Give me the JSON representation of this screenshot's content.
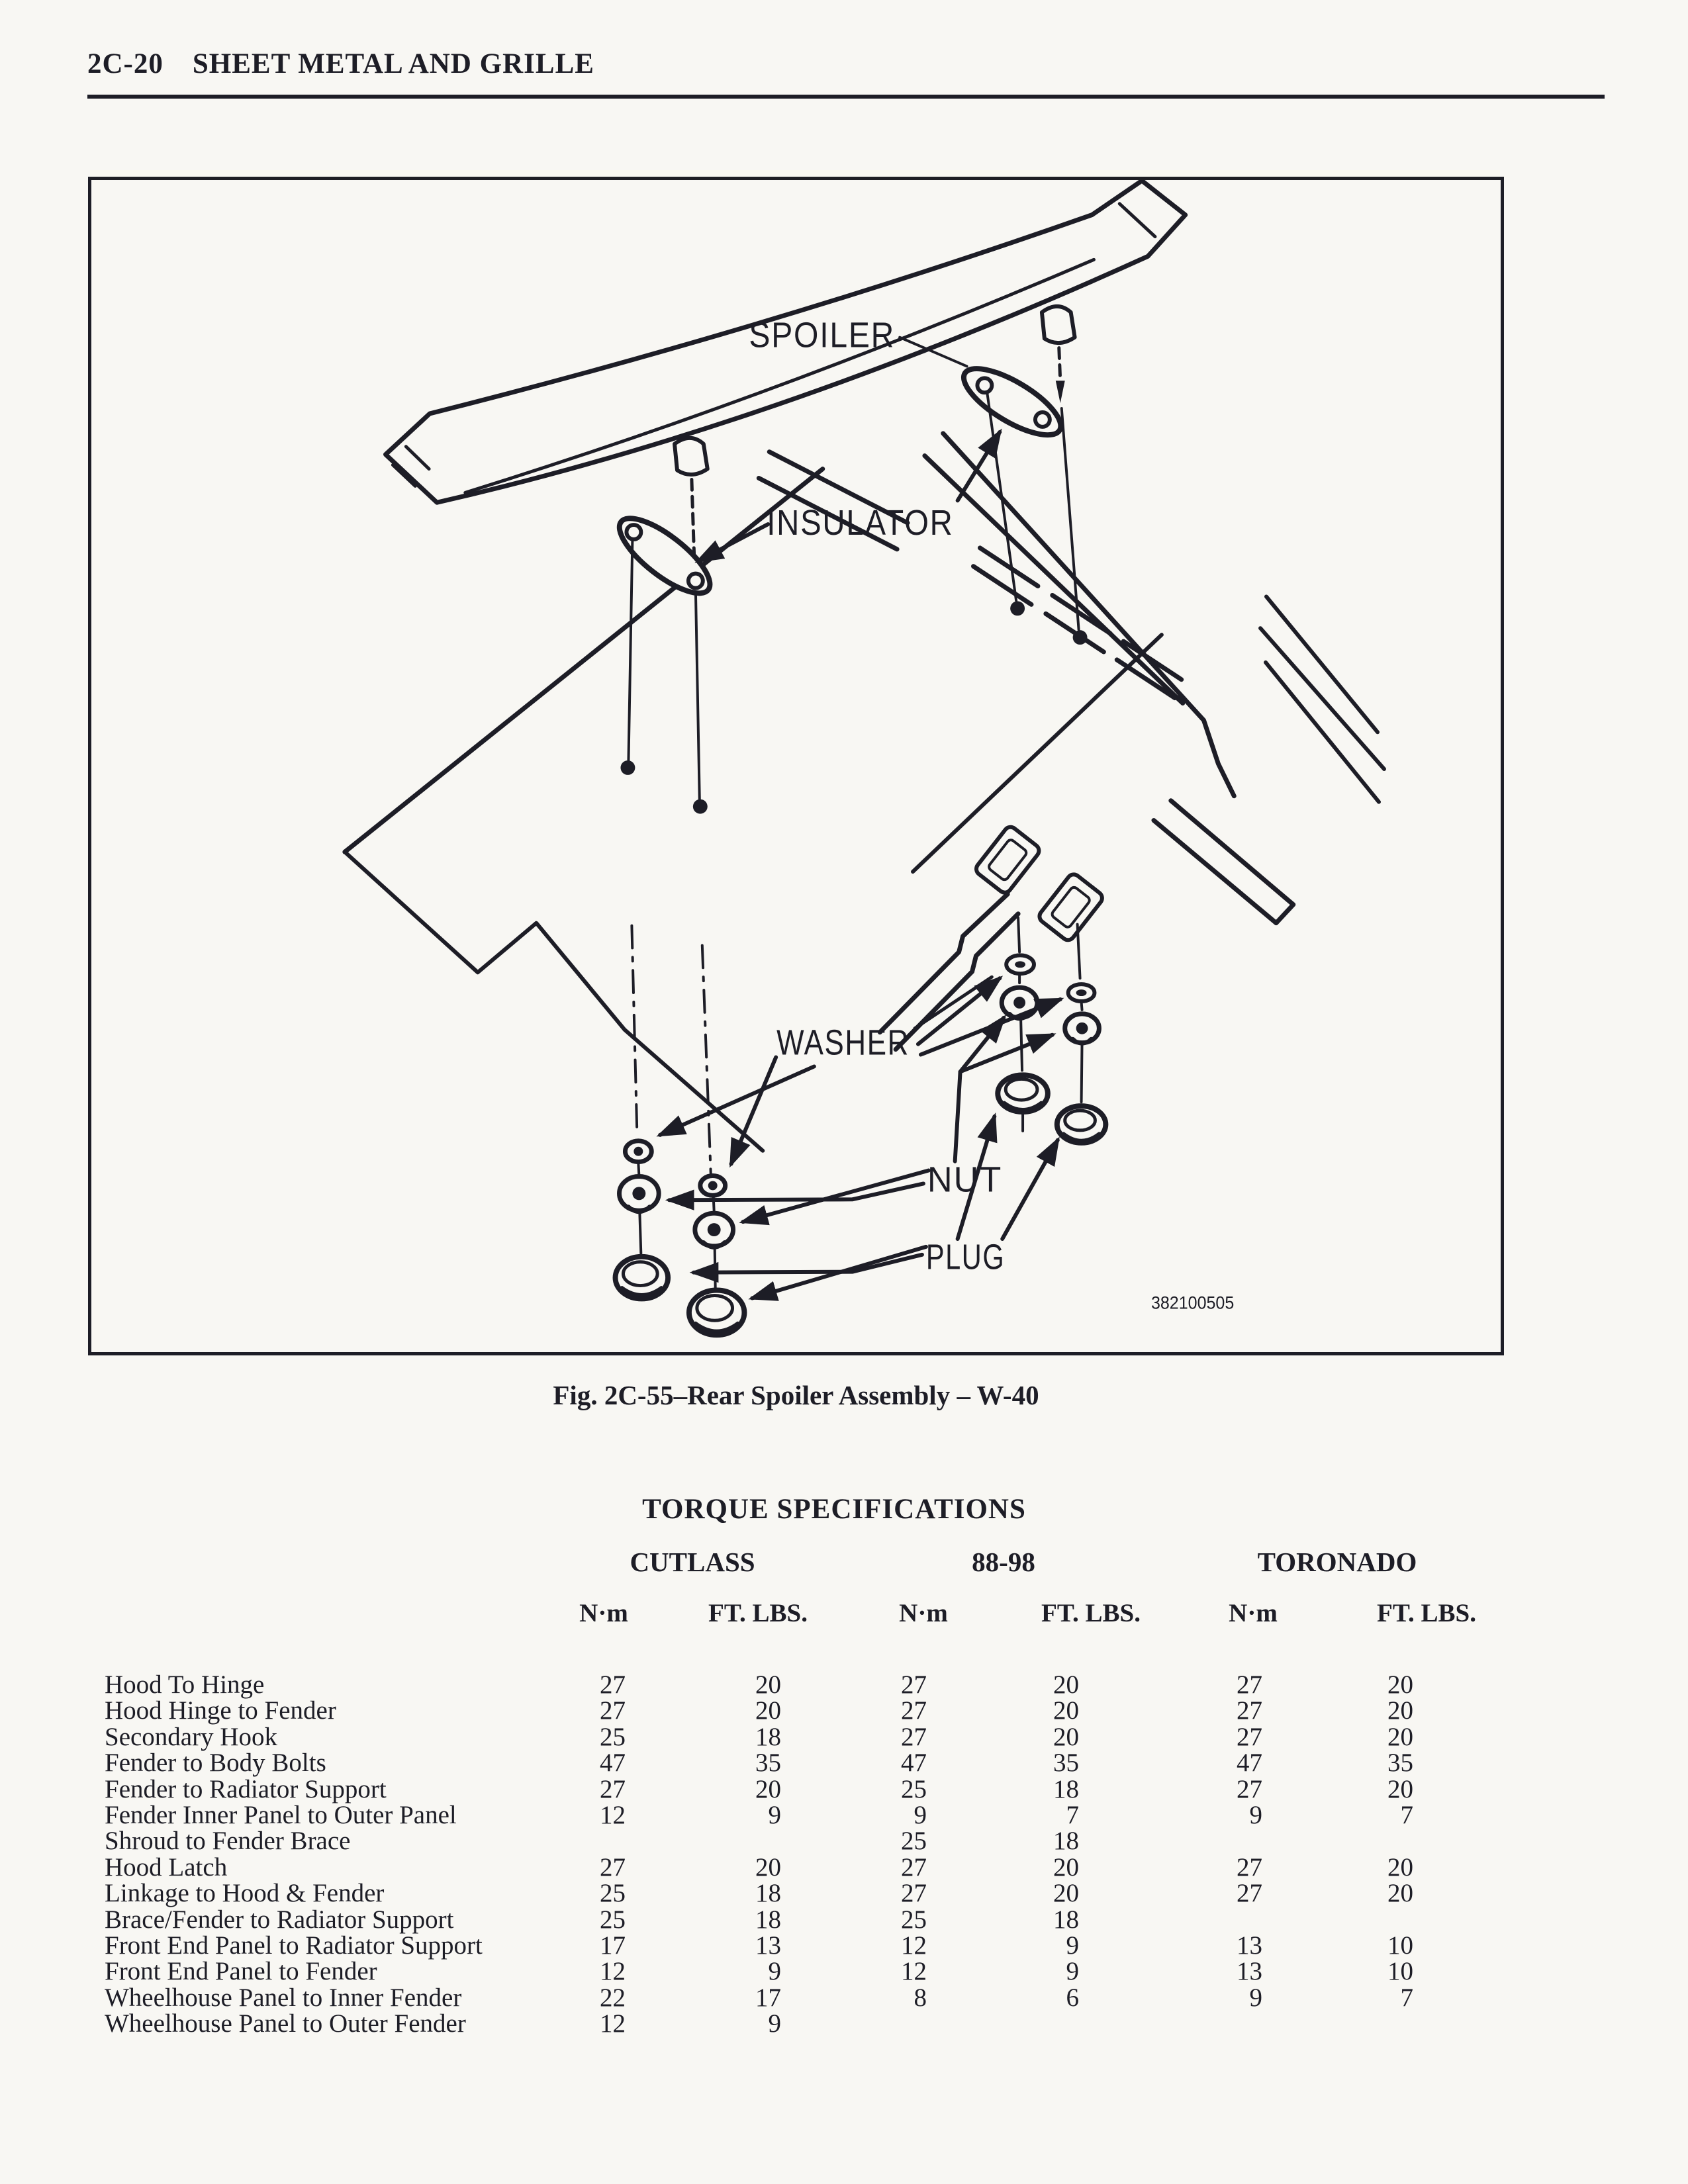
{
  "ink_color": "#1d1d26",
  "paper_color": "#f8f7f3",
  "page": {
    "code": "2C-20",
    "section_title": "SHEET METAL AND GRILLE"
  },
  "figure": {
    "caption": "Fig. 2C-55–Rear Spoiler Assembly – W-40",
    "part_number": "382100505",
    "labels": {
      "spoiler": "SPOILER",
      "insulator": "INSULATOR",
      "washer": "WASHER",
      "nut": "NUT",
      "plug": "PLUG"
    }
  },
  "table": {
    "title": "TORQUE SPECIFICATIONS",
    "groups": [
      "CUTLASS",
      "88-98",
      "TORONADO"
    ],
    "unit_headers": [
      "N·m",
      "FT. LBS.",
      "N·m",
      "FT. LBS.",
      "N·m",
      "FT. LBS."
    ],
    "rows": [
      {
        "label": "Hood To Hinge",
        "v": [
          "27",
          "20",
          "27",
          "20",
          "27",
          "20"
        ]
      },
      {
        "label": "Hood Hinge to Fender",
        "v": [
          "27",
          "20",
          "27",
          "20",
          "27",
          "20"
        ]
      },
      {
        "label": "Secondary Hook",
        "v": [
          "25",
          "18",
          "27",
          "20",
          "27",
          "20"
        ]
      },
      {
        "label": "Fender to Body Bolts",
        "v": [
          "47",
          "35",
          "47",
          "35",
          "47",
          "35"
        ]
      },
      {
        "label": "Fender to Radiator Support",
        "v": [
          "27",
          "20",
          "25",
          "18",
          "27",
          "20"
        ]
      },
      {
        "label": "Fender Inner Panel to Outer Panel",
        "v": [
          "12",
          "9",
          "9",
          "7",
          "9",
          "7"
        ]
      },
      {
        "label": "Shroud to Fender Brace",
        "v": [
          "",
          "",
          "25",
          "18",
          "",
          ""
        ]
      },
      {
        "label": "Hood Latch",
        "v": [
          "27",
          "20",
          "27",
          "20",
          "27",
          "20"
        ]
      },
      {
        "label": "Linkage to Hood & Fender",
        "v": [
          "25",
          "18",
          "27",
          "20",
          "27",
          "20"
        ]
      },
      {
        "label": "Brace/Fender to Radiator Support",
        "v": [
          "25",
          "18",
          "25",
          "18",
          "",
          ""
        ]
      },
      {
        "label": "Front End Panel to Radiator Support",
        "v": [
          "17",
          "13",
          "12",
          "9",
          "13",
          "10"
        ]
      },
      {
        "label": "Front End Panel to Fender",
        "v": [
          "12",
          "9",
          "12",
          "9",
          "13",
          "10"
        ]
      },
      {
        "label": "Wheelhouse Panel to Inner Fender",
        "v": [
          "22",
          "17",
          "8",
          "6",
          "9",
          "7"
        ]
      },
      {
        "label": "Wheelhouse Panel to Outer Fender",
        "v": [
          "12",
          "9",
          "",
          "",
          "",
          ""
        ]
      }
    ]
  }
}
